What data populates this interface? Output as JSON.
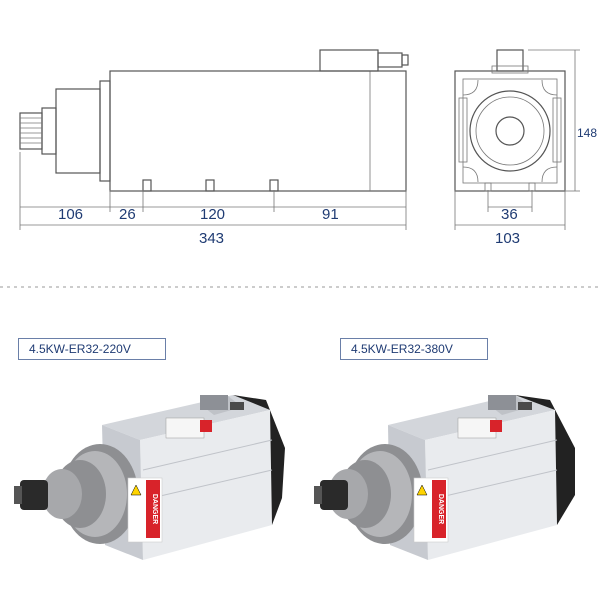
{
  "drawing": {
    "side_view": {
      "dims": {
        "d106": "106",
        "d26": "26",
        "d120": "120",
        "d91": "91",
        "total": "343"
      }
    },
    "front_view": {
      "dims": {
        "d36": "36",
        "total": "103",
        "height": "148"
      }
    }
  },
  "products": [
    {
      "model": "4.5KW-ER32-220V",
      "warning_text": "DANGER"
    },
    {
      "model": "4.5KW-ER32-380V",
      "warning_text": "DANGER"
    }
  ],
  "colors": {
    "dimension_text": "#1f3b73",
    "danger": "#d8232a",
    "body": "#e6e8ec",
    "cap": "#222222"
  }
}
